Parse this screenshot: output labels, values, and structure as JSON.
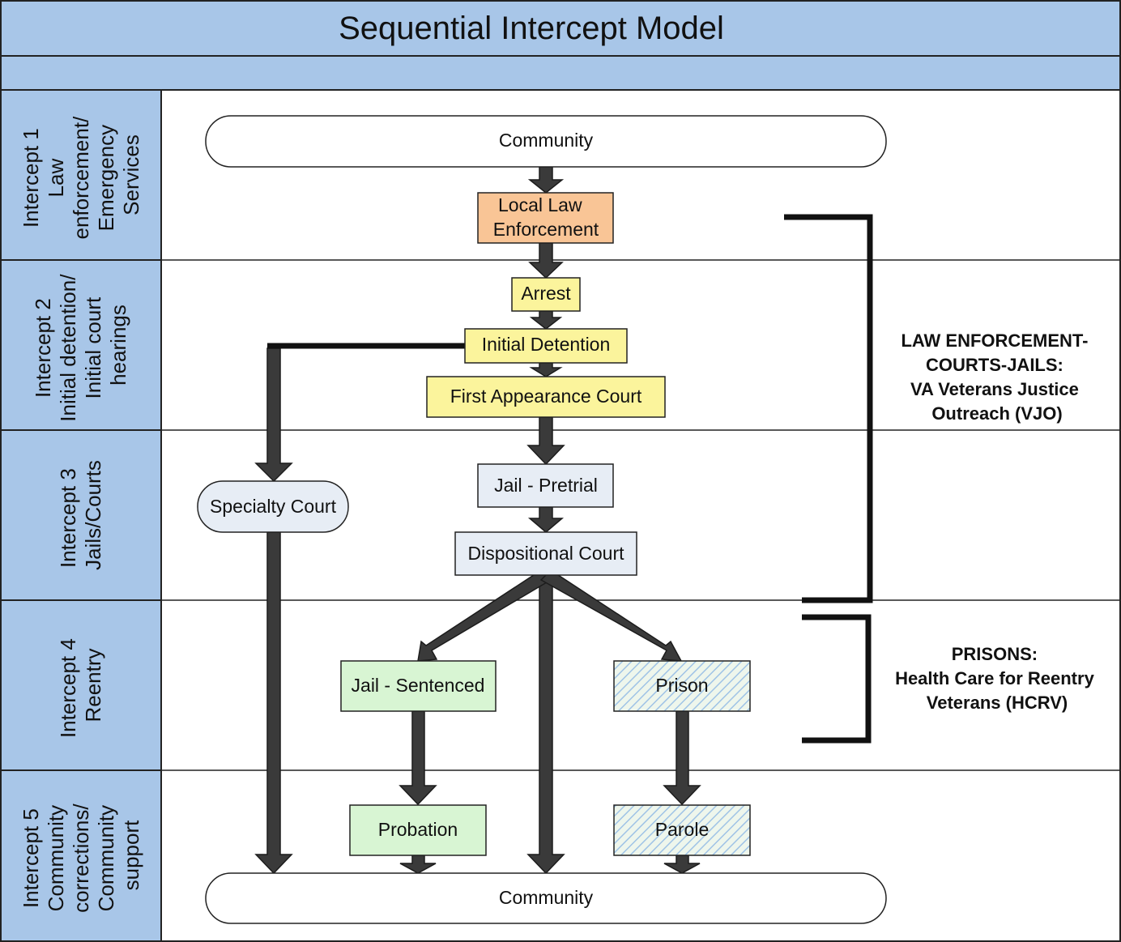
{
  "title": "Sequential Intercept Model",
  "colors": {
    "lane_header": "#a8c6e8",
    "enforcement_box": "#f9c596",
    "detention_box": "#fbf49c",
    "court_box": "#e7edf5",
    "sentence_box": "#d8f5d3",
    "prison_hatch": "#a8c6e8",
    "arrow": "#3a3a3a",
    "bracket": "#111111"
  },
  "lanes": [
    {
      "id": "intercept-1",
      "lines": [
        "Intercept 1",
        "Law",
        "enforcement/",
        "Emergency",
        "Services"
      ]
    },
    {
      "id": "intercept-2",
      "lines": [
        "Intercept 2",
        "Initial detention/",
        "Initial court",
        "hearings"
      ]
    },
    {
      "id": "intercept-3",
      "lines": [
        "Intercept 3",
        "Jails/Courts"
      ]
    },
    {
      "id": "intercept-4",
      "lines": [
        "Intercept 4",
        "Reentry"
      ]
    },
    {
      "id": "intercept-5",
      "lines": [
        "Intercept 5",
        "Community",
        "corrections/",
        "Community",
        "support"
      ]
    }
  ],
  "nodes": {
    "community_top": {
      "label": "Community"
    },
    "local_law_enforcement": {
      "lines": [
        "Local Law",
        "Enforcement"
      ]
    },
    "arrest": {
      "label": "Arrest"
    },
    "initial_detention": {
      "label": "Initial Detention"
    },
    "first_appearance_court": {
      "label": "First Appearance Court"
    },
    "jail_pretrial": {
      "label": "Jail - Pretrial"
    },
    "specialty_court": {
      "label": "Specialty Court"
    },
    "dispositional_court": {
      "label": "Dispositional Court"
    },
    "jail_sentenced": {
      "label": "Jail - Sentenced"
    },
    "prison": {
      "label": "Prison"
    },
    "probation": {
      "label": "Probation"
    },
    "parole": {
      "label": "Parole"
    },
    "community_bottom": {
      "label": "Community"
    }
  },
  "programs": {
    "vjo": {
      "lines": [
        "LAW ENFORCEMENT-",
        "COURTS-JAILS:",
        "VA Veterans Justice",
        "Outreach (VJO)"
      ]
    },
    "hcrv": {
      "lines": [
        "PRISONS:",
        "Health Care for Reentry",
        "Veterans (HCRV)"
      ]
    }
  }
}
